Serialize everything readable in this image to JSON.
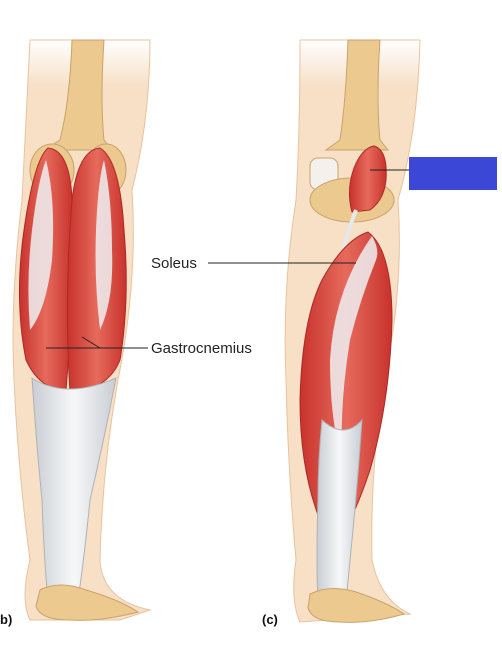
{
  "labels": {
    "soleus": "Soleus",
    "gastrocnemius": "Gastrocnemius"
  },
  "panels": {
    "left": "b)",
    "right": "(c)"
  },
  "colors": {
    "background": "#ffffff",
    "skin": "#f6dcc0",
    "bone": "#ecc98f",
    "muscle": "#d9483f",
    "tendon": "#e6e8ea",
    "occluder": "#3b47d6"
  }
}
